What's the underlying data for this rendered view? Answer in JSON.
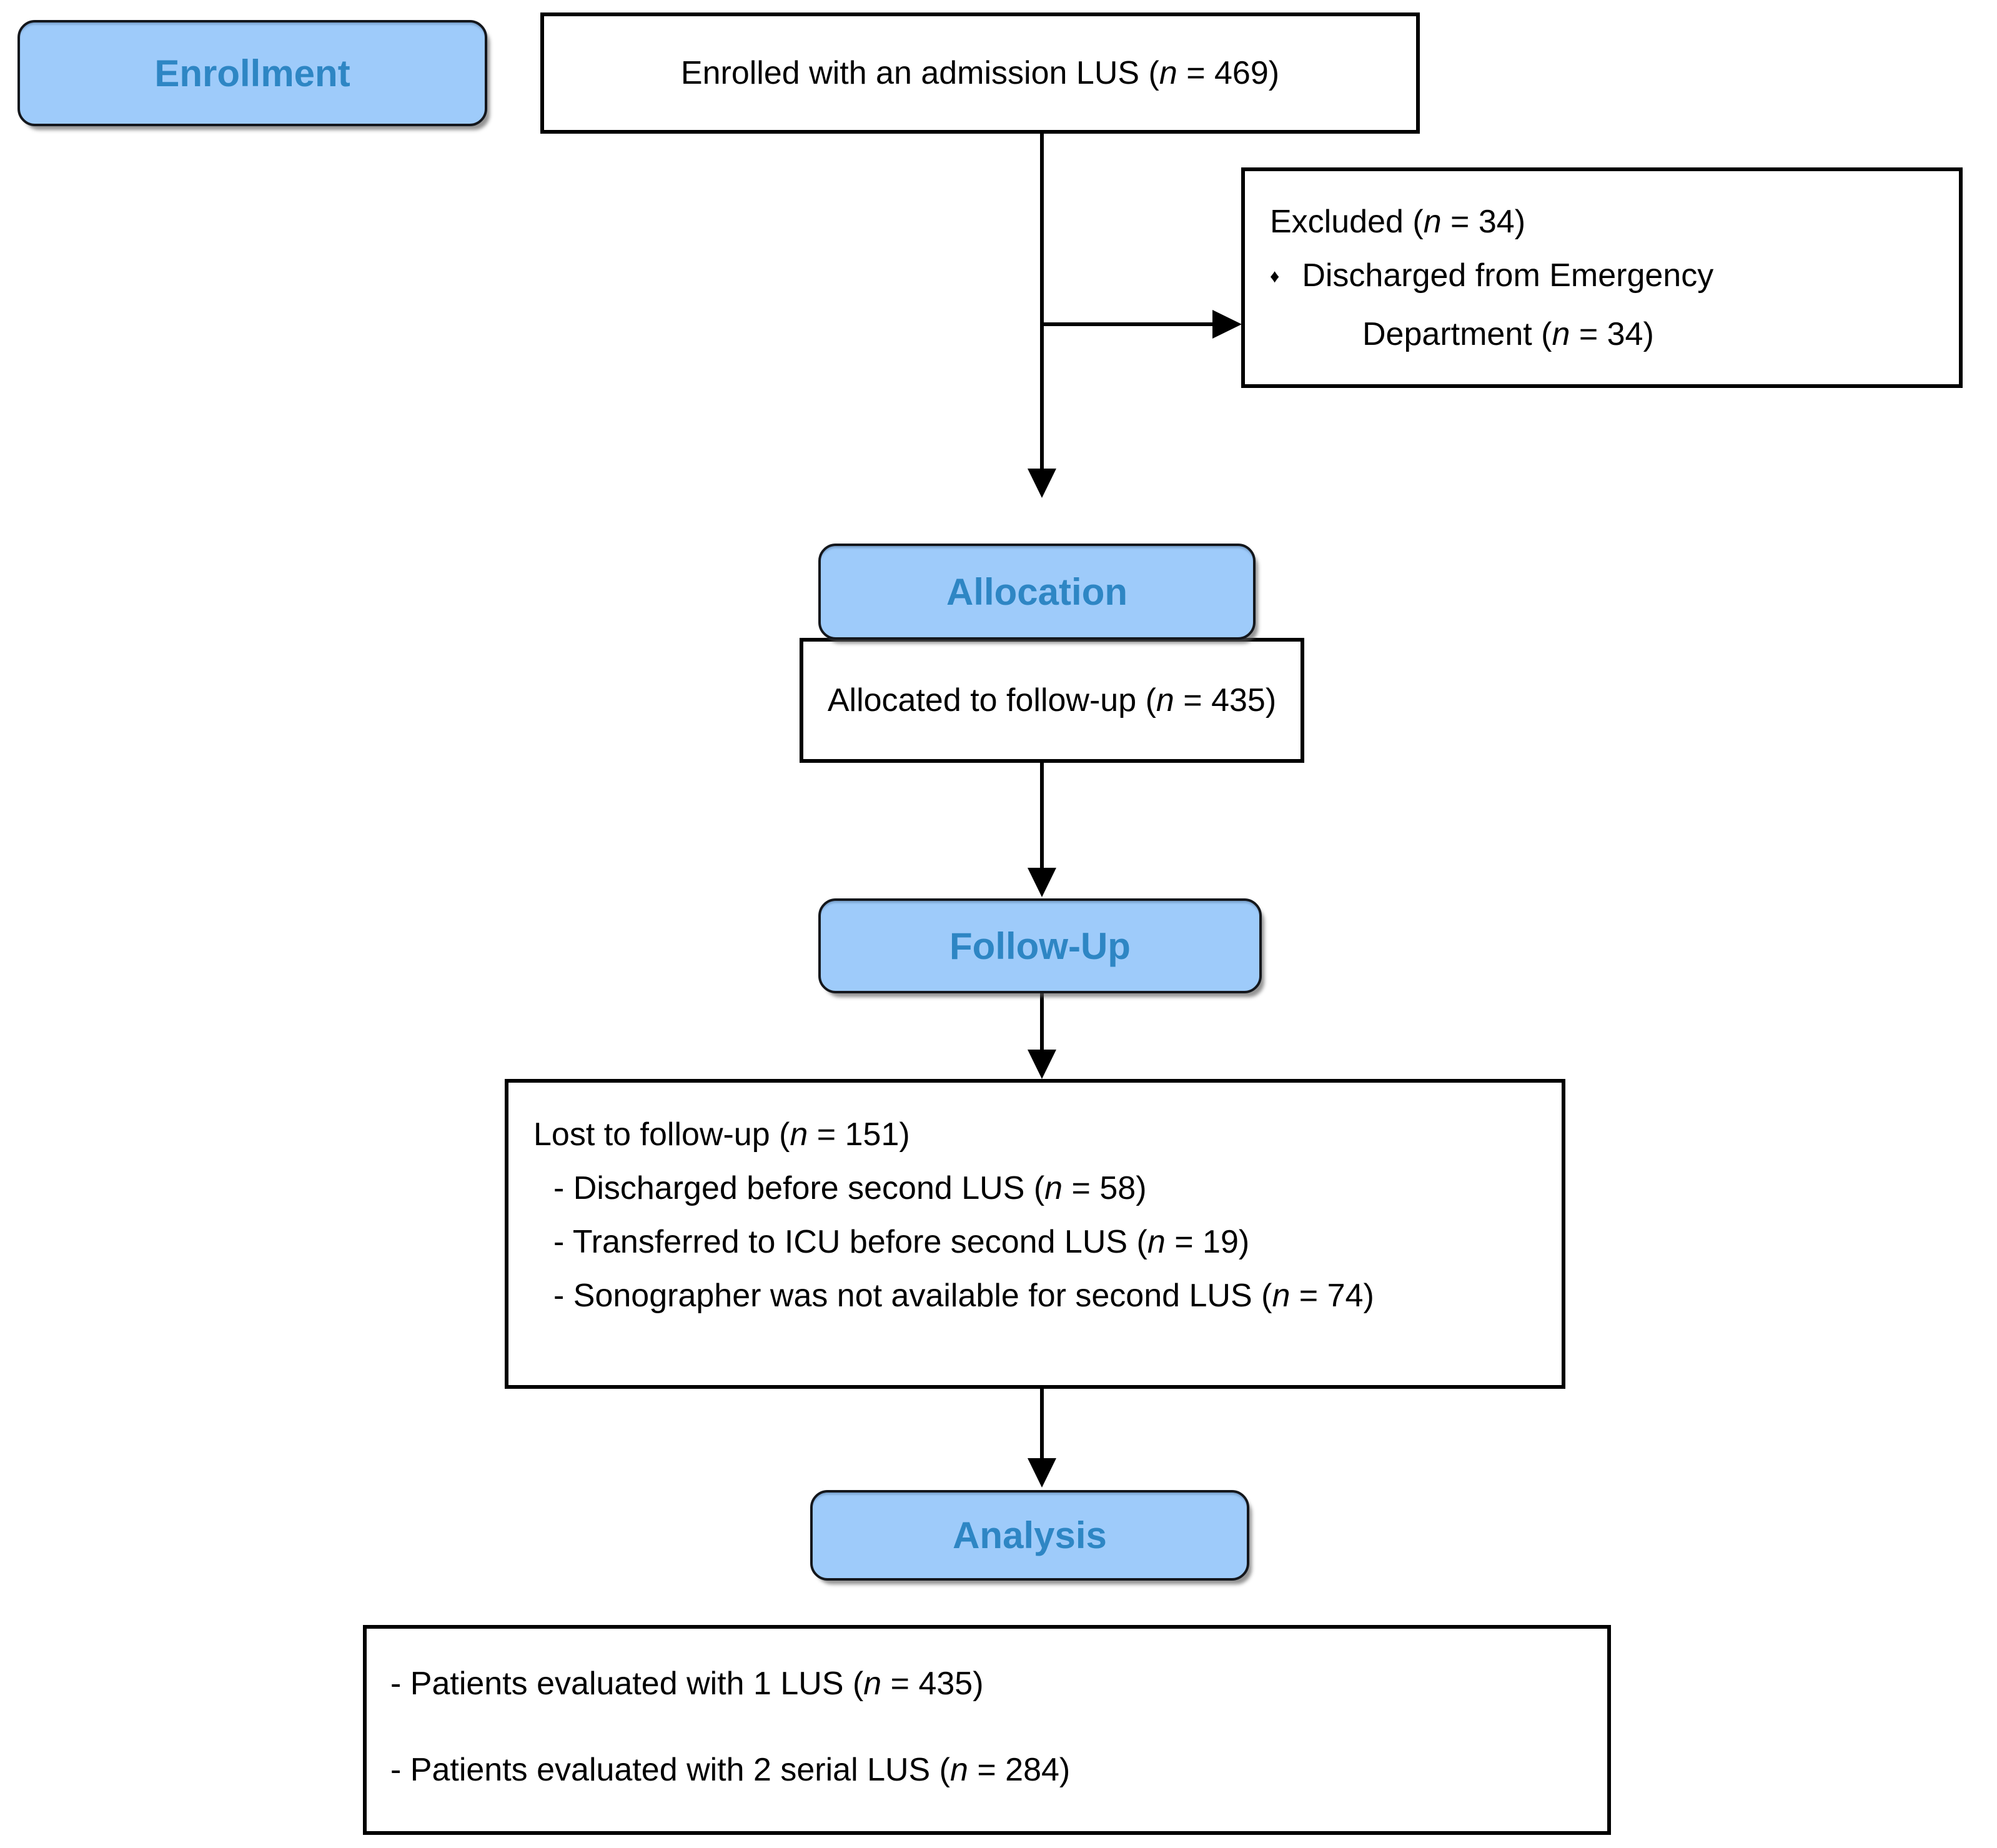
{
  "colors": {
    "stage_fill": "#9ECBFA",
    "stage_border": "#14171c",
    "stage_text": "#2E86C4",
    "box_border": "#000000",
    "arrow": "#000000",
    "background": "#FFFFFF"
  },
  "stages": {
    "enrollment": "Enrollment",
    "allocation": "Allocation",
    "followup": "Follow-Up",
    "analysis": "Analysis"
  },
  "boxes": {
    "enrolled": {
      "pre": "Enrolled with an admission LUS (",
      "n": "n",
      "post": " = 469)"
    },
    "excluded": {
      "title": {
        "pre": "Excluded (",
        "n": "n",
        "post": " = 34)"
      },
      "bullet": "♦",
      "line1": "Discharged from Emergency",
      "line2": {
        "pre": "Department (",
        "n": "n",
        "post": " = 34)"
      }
    },
    "allocated": {
      "pre": "Allocated to follow-up (",
      "n": "n",
      "post": " = 435)"
    },
    "lost": {
      "title": {
        "pre": "Lost to follow-up (",
        "n": "n",
        "post": " = 151)"
      },
      "items": [
        {
          "pre": "- Discharged before second LUS (",
          "n": "n",
          "post": " = 58)"
        },
        {
          "pre": "- Transferred to ICU before second LUS (",
          "n": "n",
          "post": " = 19)"
        },
        {
          "pre": "- Sonographer was not available for second LUS (",
          "n": "n",
          "post": " = 74)"
        }
      ]
    },
    "results": {
      "items": [
        {
          "pre": "- Patients evaluated with 1 LUS (",
          "n": "n",
          "post": " = 435)"
        },
        {
          "pre": "- Patients evaluated with 2 serial LUS (",
          "n": "n",
          "post": " = 284)"
        }
      ]
    }
  }
}
